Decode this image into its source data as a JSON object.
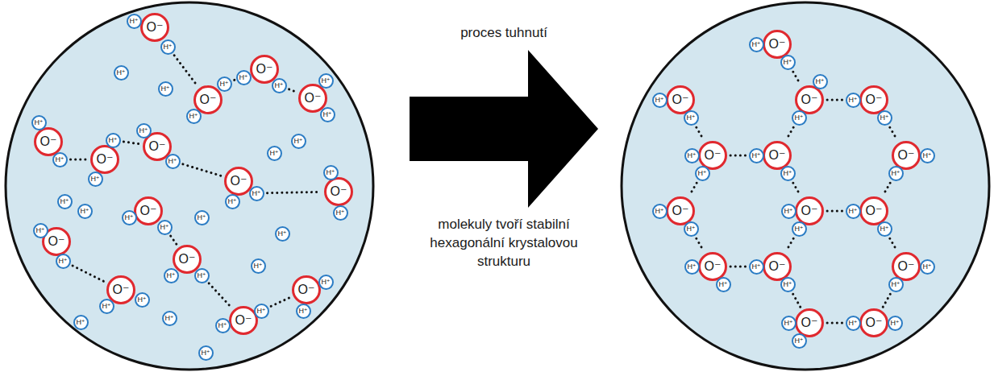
{
  "diagram": {
    "nodes": [
      {
        "text": [
          "O⁻"
        ]
      },
      {
        "text": [
          "H⁺"
        ]
      },
      {
        "text": [
          "H⁺"
        ]
      },
      {
        "text": [
          "O⁻"
        ]
      },
      {
        "text": [
          "H⁺"
        ]
      },
      {
        "text": [
          "H⁺"
        ]
      },
      {
        "text": [
          "O⁻"
        ]
      },
      {
        "text": [
          "H⁺"
        ]
      },
      {
        "text": [
          "H⁺"
        ]
      },
      {
        "text": [
          "O⁻"
        ]
      },
      {
        "text": [
          "H⁺"
        ]
      },
      {
        "text": [
          "H⁺"
        ]
      },
      {
        "text": [
          "O⁻"
        ]
      },
      {
        "text": [
          "H⁺"
        ]
      },
      {
        "text": [
          "H⁺"
        ]
      },
      {
        "text": [
          "O⁻"
        ]
      },
      {
        "text": [
          "H⁺"
        ]
      },
      {
        "text": [
          "H⁺"
        ]
      },
      {
        "text": [
          "O⁻"
        ]
      },
      {
        "text": [
          "H⁺"
        ]
      },
      {
        "text": [
          "H⁺"
        ]
      },
      {
        "text": [
          "O⁻"
        ]
      },
      {
        "text": [
          "H⁺"
        ]
      },
      {
        "text": [
          "H⁺"
        ]
      },
      {
        "text": [
          "O⁻"
        ]
      },
      {
        "text": [
          "H⁺"
        ]
      },
      {
        "text": [
          "H⁺"
        ]
      },
      {
        "text": [
          "O⁻"
        ]
      },
      {
        "text": [
          "H⁺"
        ]
      },
      {
        "text": [
          "H⁺"
        ]
      },
      {
        "text": [
          "O⁻"
        ]
      },
      {
        "text": [
          "H⁺"
        ]
      },
      {
        "text": [
          "H⁺"
        ]
      },
      {
        "text": [
          "O⁻"
        ]
      },
      {
        "text": [
          "H⁺"
        ]
      },
      {
        "text": [
          "H⁺"
        ]
      },
      {
        "text": [
          "O⁻"
        ]
      },
      {
        "text": [
          "H⁺"
        ]
      },
      {
        "text": [
          "H⁺"
        ]
      },
      {
        "text": [
          "O⁻"
        ]
      },
      {
        "text": [
          "H⁺"
        ]
      },
      {
        "text": [
          "H⁺"
        ]
      },
      {
        "text": [
          "O⁻"
        ]
      },
      {
        "text": [
          "H⁺"
        ]
      },
      {
        "text": [
          "H⁺"
        ]
      },
      {
        "text": [
          "H⁺"
        ]
      },
      {
        "text": [
          "H⁺"
        ]
      },
      {
        "text": [
          "H⁺"
        ]
      },
      {
        "text": [
          "H⁺"
        ]
      },
      {
        "text": [
          "H⁺"
        ]
      },
      {
        "text": [
          "H⁺"
        ]
      },
      {
        "text": [
          "H⁺"
        ]
      },
      {
        "text": [
          "H⁺"
        ]
      },
      {
        "text": [
          "H⁺"
        ]
      },
      {
        "text": [
          "H⁺"
        ]
      },
      {
        "text": [
          "H⁺"
        ]
      },
      {
        "text": [
          "H⁺"
        ]
      },
      {
        "text": [
          "O⁻"
        ]
      },
      {
        "text": [
          "H⁺"
        ]
      },
      {
        "text": [
          "H⁺"
        ]
      },
      {
        "text": [
          "O⁻"
        ]
      },
      {
        "text": [
          "H⁺"
        ]
      },
      {
        "text": [
          "H⁺"
        ]
      },
      {
        "text": [
          "O⁻"
        ]
      },
      {
        "text": [
          "H⁺"
        ]
      },
      {
        "text": [
          "H⁺"
        ]
      },
      {
        "text": [
          "O⁻"
        ]
      },
      {
        "text": [
          "H⁺"
        ]
      },
      {
        "text": [
          "H⁺"
        ]
      },
      {
        "text": [
          "O⁻"
        ]
      },
      {
        "text": [
          "H⁺"
        ]
      },
      {
        "text": [
          "H⁺"
        ]
      },
      {
        "text": [
          "O⁻"
        ]
      },
      {
        "text": [
          "H⁺"
        ]
      },
      {
        "text": [
          "H⁺"
        ]
      },
      {
        "text": [
          "O⁻"
        ]
      },
      {
        "text": [
          "H⁺"
        ]
      },
      {
        "text": [
          "H⁺"
        ]
      },
      {
        "text": [
          "O⁻"
        ]
      },
      {
        "text": [
          "H⁺"
        ]
      },
      {
        "text": [
          "H⁺"
        ]
      },
      {
        "text": [
          "O⁻"
        ]
      },
      {
        "text": [
          "H⁺"
        ]
      },
      {
        "text": [
          "H⁺"
        ]
      },
      {
        "text": [
          "O⁻"
        ]
      },
      {
        "text": [
          "H⁺"
        ]
      },
      {
        "text": [
          "H⁺"
        ]
      },
      {
        "text": [
          "O⁻"
        ]
      },
      {
        "text": [
          "H⁺"
        ]
      },
      {
        "text": [
          "H⁺"
        ]
      },
      {
        "text": [
          "O⁻"
        ]
      },
      {
        "text": [
          "H⁺"
        ]
      },
      {
        "text": [
          "H⁺"
        ]
      },
      {
        "text": [
          "O⁻"
        ]
      },
      {
        "text": [
          "H⁺"
        ]
      },
      {
        "text": [
          "H⁺"
        ]
      },
      {
        "text": [
          "O⁻"
        ]
      },
      {
        "text": [
          "H⁺"
        ]
      },
      {
        "text": [
          "H⁺"
        ]
      },
      {
        "text": [
          "O⁻"
        ]
      },
      {
        "text": [
          "H⁺"
        ]
      },
      {
        "text": [
          "H⁺"
        ]
      }
    ],
    "edges": [
      {
        "from": 2,
        "to": 9,
        "arrow": "none"
      },
      {
        "from": 11,
        "to": 3,
        "arrow": "none"
      },
      {
        "from": 5,
        "to": 6,
        "arrow": "none"
      },
      {
        "from": 17,
        "to": 18,
        "arrow": "none"
      },
      {
        "from": 13,
        "to": 15,
        "arrow": "none"
      },
      {
        "from": 20,
        "to": 21,
        "arrow": "none"
      },
      {
        "from": 23,
        "to": 24,
        "arrow": "none"
      },
      {
        "from": 29,
        "to": 36,
        "arrow": "none"
      },
      {
        "from": 31,
        "to": 33,
        "arrow": "none"
      },
      {
        "from": 37,
        "to": 39,
        "arrow": "none"
      },
      {
        "from": 41,
        "to": 42,
        "arrow": "none"
      },
      {
        "from": 58,
        "to": 63,
        "arrow": "none"
      },
      {
        "from": 67,
        "to": 63,
        "arrow": "none"
      },
      {
        "from": 61,
        "to": 69,
        "arrow": "none"
      },
      {
        "from": 64,
        "to": 72,
        "arrow": "none"
      },
      {
        "from": 68,
        "to": 75,
        "arrow": "none"
      },
      {
        "from": 73,
        "to": 69,
        "arrow": "none"
      },
      {
        "from": 70,
        "to": 78,
        "arrow": "none"
      },
      {
        "from": 74,
        "to": 81,
        "arrow": "none"
      },
      {
        "from": 76,
        "to": 84,
        "arrow": "none"
      },
      {
        "from": 79,
        "to": 87,
        "arrow": "none"
      },
      {
        "from": 85,
        "to": 81,
        "arrow": "none"
      },
      {
        "from": 82,
        "to": 90,
        "arrow": "none"
      },
      {
        "from": 86,
        "to": 93,
        "arrow": "none"
      },
      {
        "from": 91,
        "to": 87,
        "arrow": "none"
      },
      {
        "from": 92,
        "to": 96,
        "arrow": "none"
      },
      {
        "from": 94,
        "to": 99,
        "arrow": "none"
      },
      {
        "from": 100,
        "to": 96,
        "arrow": "none"
      }
    ],
    "labels": [
      "proces tuhnutí",
      "molekuly tvoří stabilní hexagonální krystalovou strukturu"
    ]
  }
}
